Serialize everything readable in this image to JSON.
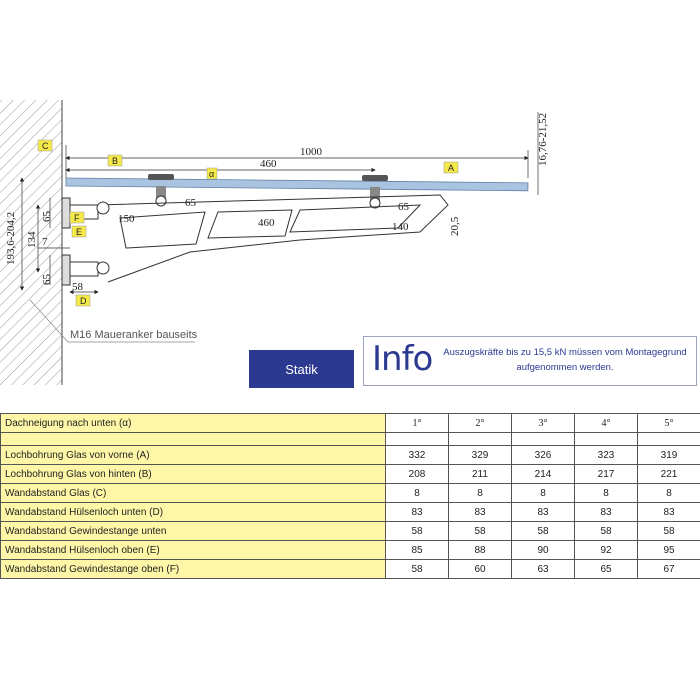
{
  "drawing": {
    "dimensions": {
      "d1000": "1000",
      "d460_top": "460",
      "d16": "16,76-21,52",
      "d65_left": "65",
      "d150": "150",
      "d460_mid": "460",
      "d65_right": "65",
      "d140": "140",
      "d20": "20,5",
      "d193": "193,6-204,2",
      "d134": "134",
      "d65_side_top": "65",
      "d65_side_bottom": "65",
      "d7": "7",
      "d58": "58",
      "alpha": "α"
    },
    "tags": {
      "A": "A",
      "B": "B",
      "C": "C",
      "D": "D",
      "E": "E",
      "F": "F"
    },
    "anchor_note": "M16 Maueranker bauseits",
    "colors": {
      "glass": "#a9c4e0",
      "tag_bg": "#f5e94a",
      "navy": "#2b3990"
    }
  },
  "statik_label": "Statik",
  "info": {
    "title": "Info",
    "text": "Auszugskräfte bis zu 15,5 kN müssen vom Montagegrund aufgenommen werden."
  },
  "table": {
    "header": {
      "label": "Dachneigung nach unten (α)",
      "values": [
        "1°",
        "2°",
        "3°",
        "4°",
        "5°"
      ]
    },
    "rows": [
      {
        "label": "Lochbohrung Glas von vorne (A)",
        "values": [
          "332",
          "329",
          "326",
          "323",
          "319"
        ]
      },
      {
        "label": "Lochbohrung Glas von hinten (B)",
        "values": [
          "208",
          "211",
          "214",
          "217",
          "221"
        ]
      },
      {
        "label": "Wandabstand Glas (C)",
        "values": [
          "8",
          "8",
          "8",
          "8",
          "8"
        ]
      },
      {
        "label": "Wandabstand Hülsenloch unten (D)",
        "values": [
          "83",
          "83",
          "83",
          "83",
          "83"
        ]
      },
      {
        "label": "Wandabstand Gewindestange unten",
        "values": [
          "58",
          "58",
          "58",
          "58",
          "58"
        ]
      },
      {
        "label": "Wandabstand Hülsenloch oben (E)",
        "values": [
          "85",
          "88",
          "90",
          "92",
          "95"
        ]
      },
      {
        "label": "Wandabstand Gewindestange oben (F)",
        "values": [
          "58",
          "60",
          "63",
          "65",
          "67"
        ]
      }
    ]
  }
}
